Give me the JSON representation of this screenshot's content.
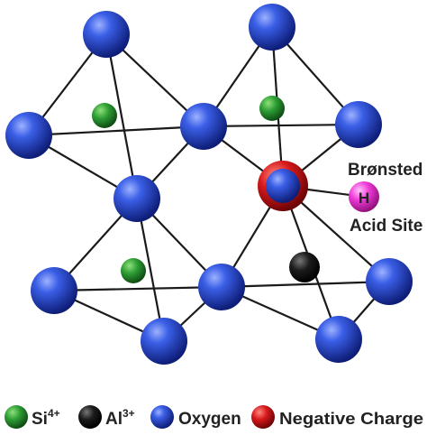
{
  "annotation": {
    "line1": "Brønsted",
    "line2": "Acid Site",
    "h_label": "H"
  },
  "legend": {
    "si_base": "Si",
    "si_sup": "4+",
    "al_base": "Al",
    "al_sup": "3+",
    "oxygen": "Oxygen",
    "negative": "Negative Charge"
  },
  "colors": {
    "oxygen": "#2f4fd0",
    "silicon": "#2e9e35",
    "aluminum": "#151515",
    "negative_charge": "#d7191c",
    "hydrogen": "#f03ad8"
  }
}
